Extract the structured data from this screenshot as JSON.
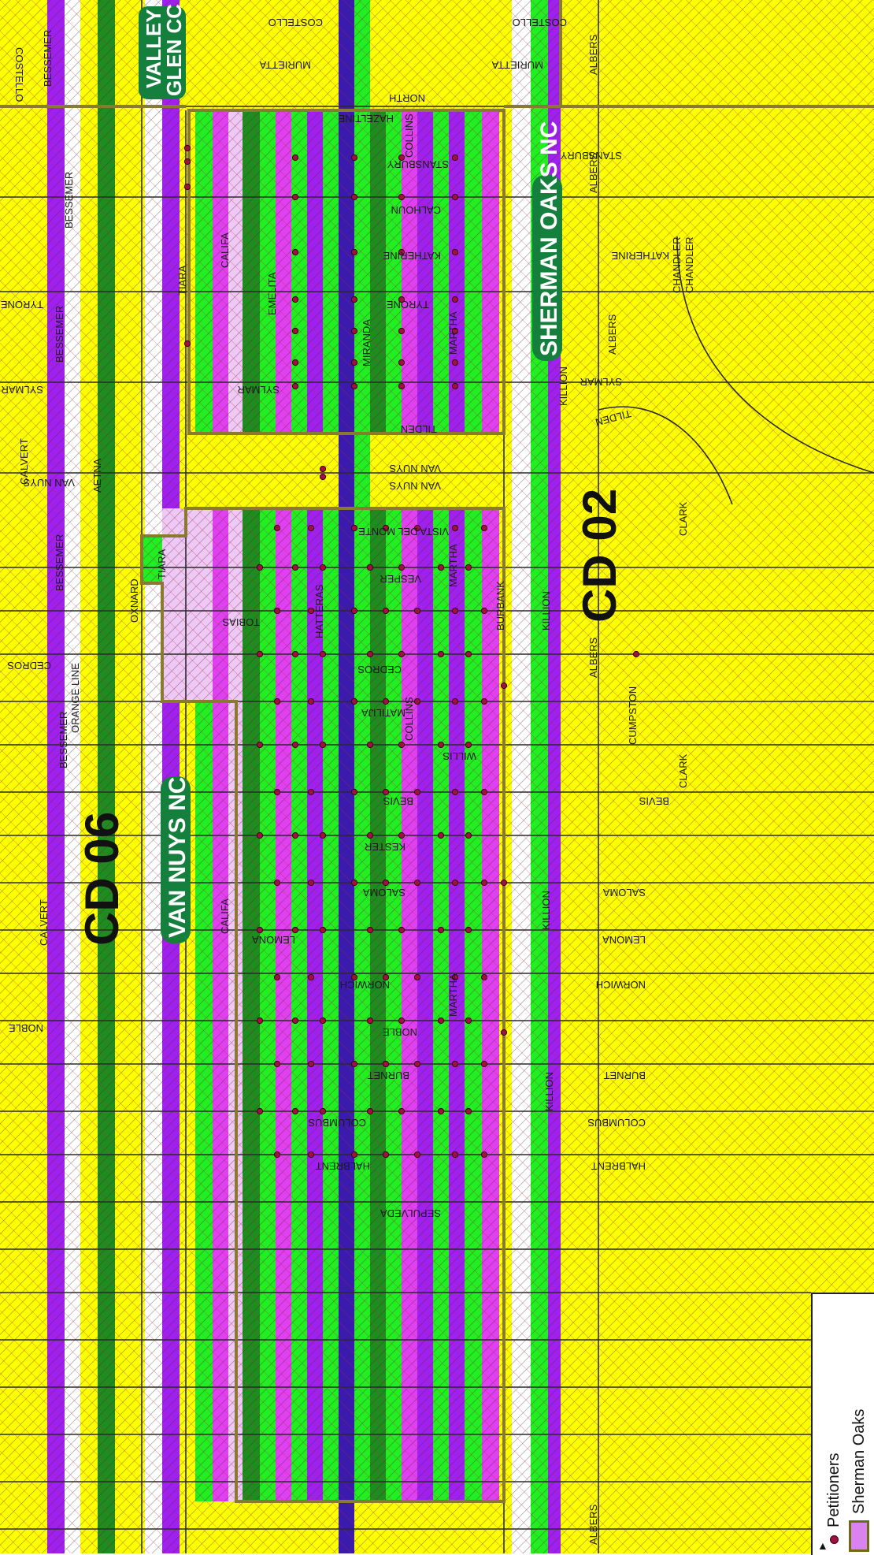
{
  "map": {
    "colors": {
      "yellow": "#ffff00",
      "purple": "#a020f0",
      "magenta": "#e040f0",
      "green": "#22ee22",
      "dark_green": "#1e8c1e",
      "blue": "#3a1ab0",
      "light_pink": "#f0c8f5",
      "white": "#ffffff",
      "boundary": "#8a7a30",
      "petitioner_dot": "#a01040"
    },
    "districts": {
      "cd06": "CD 06",
      "cd02": "CD 02"
    },
    "neighborhood_councils": {
      "van_nuys": "VAN NUYS NC",
      "sherman_oaks": "SHERMAN OAKS NC",
      "valley_glen_line1": "VALLEY",
      "valley_glen_line2": "GLEN CC"
    },
    "streets": {
      "costello": "COSTELLO",
      "bessemer": "BESSEMER",
      "murietta": "MURIETTA",
      "north": "NORTH",
      "hazeltine": "HAZELTINE",
      "collins": "COLLINS",
      "albers": "ALBERS",
      "stansbury": "STANSBURY",
      "calhoun": "CALHOUN",
      "califa": "CALIFA",
      "katherine": "KATHERINE",
      "chandler": "CHANDLER",
      "tyrone": "TYRONE",
      "tiara": "TIARA",
      "emelita": "EMELITA",
      "miranda": "MIRANDA",
      "martha": "MARTHA",
      "sylmar": "SYLMAR",
      "killion": "KILLION",
      "tilden": "TILDEN",
      "calvert": "CALVERT",
      "van_nuys": "VAN NUYS",
      "aetna": "AETNA",
      "vista_del_monte": "VISTA DEL MONTE",
      "clark": "CLARK",
      "vesper": "VESPER",
      "oxnard": "OXNARD",
      "tobias": "TOBIAS",
      "hatteras": "HATTERAS",
      "burbank": "BURBANK",
      "cedros": "CEDROS",
      "orange_line": "ORANGE LINE",
      "matilija": "MATILIJA",
      "cumpston": "CUMPSTON",
      "willis": "WILLIS",
      "bevis": "BEVIS",
      "kester": "KESTER",
      "saloma": "SALOMA",
      "lemona": "LEMONA",
      "norwich": "NORWICH",
      "noble": "NOBLE",
      "burnet": "BURNET",
      "columbus": "COLUMBUS",
      "halbrent": "HALBRENT",
      "sepulveda": "SEPULVEDA"
    }
  },
  "legend": {
    "petitioners": "Petitioners",
    "sherman_oaks": "Sherman Oaks"
  }
}
